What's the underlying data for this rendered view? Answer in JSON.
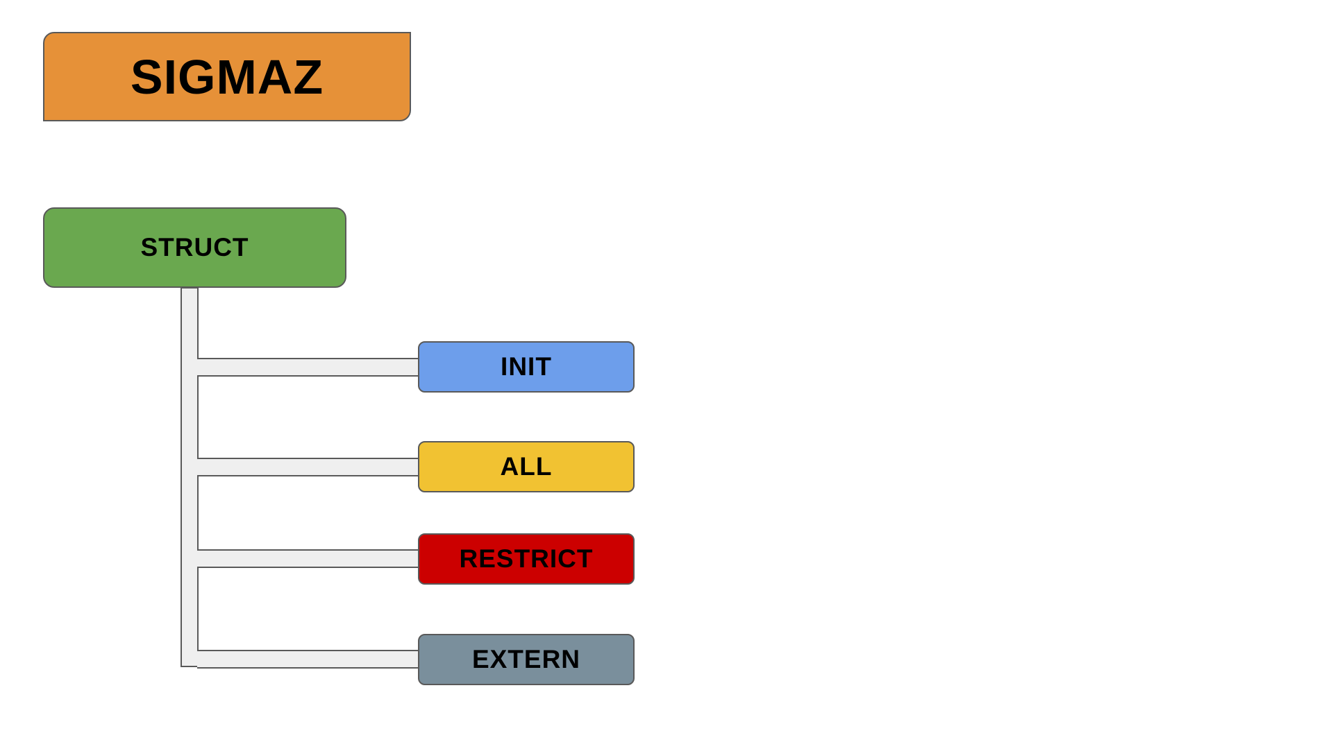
{
  "diagram": {
    "title": {
      "label": "SIGMAZ",
      "color": "#e69138"
    },
    "root": {
      "label": "STRUCT",
      "color": "#6aa84f"
    },
    "children": [
      {
        "label": "INIT",
        "color": "#6d9eeb"
      },
      {
        "label": "ALL",
        "color": "#f1c232"
      },
      {
        "label": "RESTRICT",
        "color": "#cc0000"
      },
      {
        "label": "EXTERN",
        "color": "#7a8f9c"
      }
    ],
    "connector_color": "#efefef"
  }
}
